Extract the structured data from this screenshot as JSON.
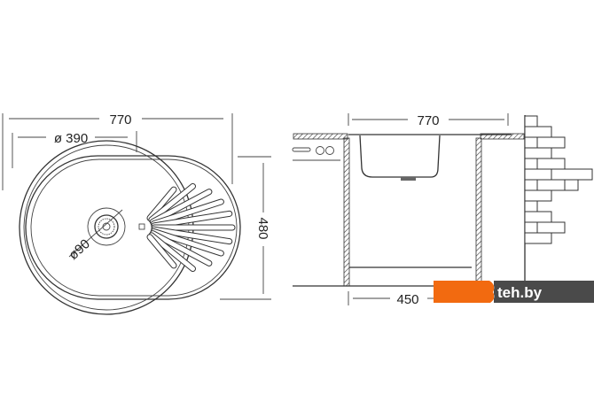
{
  "top_view": {
    "overall_width": "770",
    "bowl_diameter": "ø 390",
    "drain_diameter": "ø90",
    "overall_depth": "480"
  },
  "side_view": {
    "overall_width": "770",
    "cabinet_width": "450"
  },
  "watermark": {
    "text": "teh.by",
    "colors": {
      "orange": "#f26a10",
      "dark": "#4a4a4a"
    }
  }
}
